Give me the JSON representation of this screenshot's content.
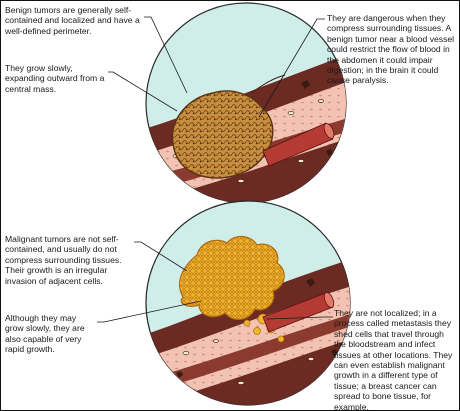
{
  "notes": {
    "benign_contained": "Benign tumors are generally self-contained and localized and have a well-defined perimeter.",
    "benign_growth": "They grow slowly, expanding outward from a central mass.",
    "benign_danger": "They are dangerous when they compress surrounding tissues. A benign tumor near a blood vessel could restrict the flow of blood in the abdomen it could impair digestion; in the brain it could cause paralysis.",
    "malignant_invasion": "Malignant tumors are not self-contained, and usually do not compress surrounding tissues. Their growth is an irregular invasion of adjacent cells.",
    "malignant_growth": "Although they may grow slowly, they are also capable of very rapid growth.",
    "malignant_metastasis": "They are not localized; in a process called metastasis they shed cells that travel through the bloodstream and infect tissues at other locations. They can even establish malignant growth in a different type of tissue; a breast cancer can spread to bone tissue, for example."
  },
  "colors": {
    "circle_fill": "#cfeeea",
    "tissue_dark": "#6b2a22",
    "tissue_pink": "#f2c2b2",
    "benign_tumor": "#c88e3f",
    "malignant_tumor": "#f0b52a",
    "vessel": "#b43a34"
  }
}
